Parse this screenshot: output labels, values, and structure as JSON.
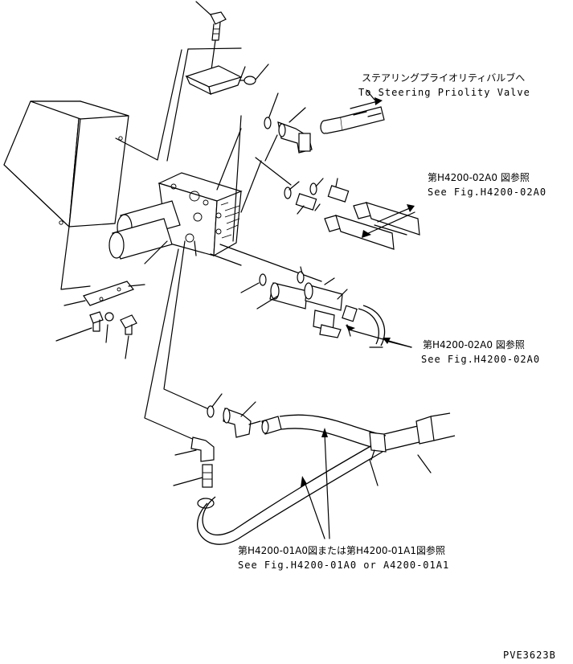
{
  "callouts": [
    {
      "jp": "ステアリングプライオリティバルブへ",
      "en": "To Steering Priolity Valve"
    },
    {
      "jp": "第H4200-02A0 図参照",
      "en": "See Fig.H4200-02A0"
    },
    {
      "jp": "第H4200-02A0 図参照",
      "en": "See Fig.H4200-02A0"
    },
    {
      "jp": "第H4200-01A0図または第H4200-01A1図参照",
      "en": "See Fig.H4200-01A0 or A4200-01A1"
    }
  ],
  "drawing_code": "PVE3623B"
}
